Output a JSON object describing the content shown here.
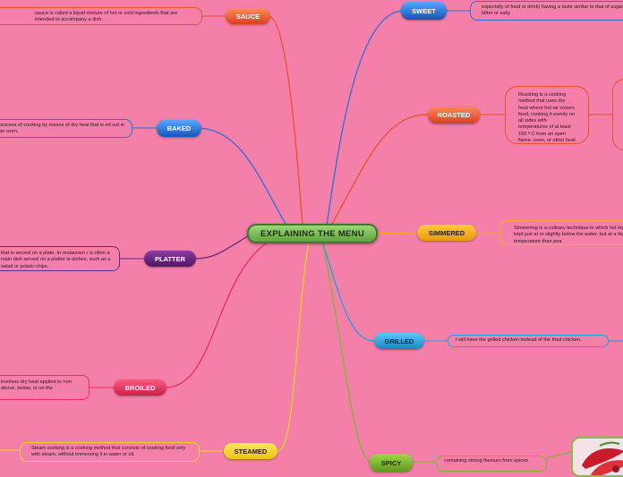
{
  "central": {
    "label": "EXPLAINING THE MENU"
  },
  "branches": {
    "sauce": {
      "label": "SAUCE",
      "color": "#e8522d",
      "note": "sauce is called a liquid mixture of hot or cold ingredients that are intended to accompany a dish."
    },
    "sweet": {
      "label": "SWEET",
      "color": "#1f6fd6",
      "note": "especially of food or drink) having a taste similar to that of sugar; not bitter or salty"
    },
    "baked": {
      "label": "BAKED",
      "color": "#1f6fd6",
      "note": "process of cooking by means of dry heat that is ed out in an oven."
    },
    "roasted": {
      "label": "ROASTED",
      "color": "#e8522d",
      "note": "Roasting is a cooking method that uses dry heat where hot air covers food, cooking it evenly on all sides with temperatures of at least 150 º C from an open flame, oven, or other heat source."
    },
    "simmered": {
      "label": "SIMMERED",
      "color": "#f2a81d",
      "note": "Simmering is a culinary technique in which hot liquids kept just at or slightly below the water, but at a higher temperature than poa"
    },
    "platter": {
      "label": "PLATTER",
      "color": "#6a2a78",
      "note": "that is served on a plate. In restaurant r is often a main dish served on a platter le dishes, such as a salad or potato chips."
    },
    "grilled": {
      "label": "GRILLED",
      "color": "#1aa3e0",
      "note": "I will have the grilled chicken instead of the fried chicken."
    },
    "broiled": {
      "label": "BROILED",
      "color": "#e8305e",
      "note": "involves dry heat applied to rom above, below, or on the"
    },
    "steamed": {
      "label": "STEAMED",
      "color": "#f2d21d",
      "note": "Steam cooking is a cooking method that consists of cooking food only with steam, without immersing it in water or oil."
    },
    "spicy": {
      "label": "SPICY",
      "color": "#7ab82e",
      "note": "containing strong flavours from spices"
    }
  }
}
